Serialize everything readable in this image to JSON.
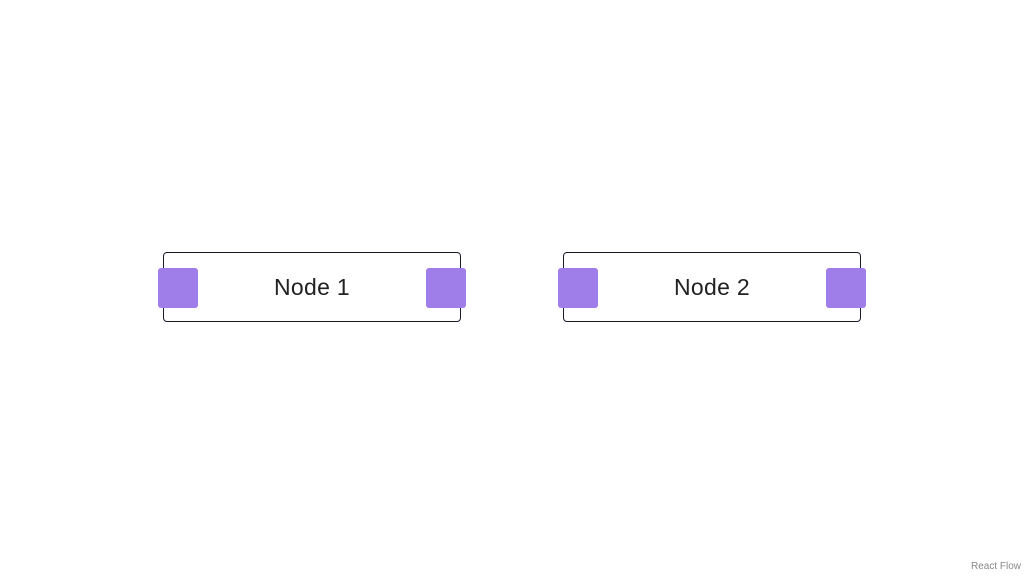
{
  "colors": {
    "handle": "#a07eea",
    "node_border": "#1a192b",
    "background": "#ffffff"
  },
  "nodes": [
    {
      "id": "1",
      "label": "Node 1"
    },
    {
      "id": "2",
      "label": "Node 2"
    }
  ],
  "attribution": {
    "label": "React Flow"
  }
}
